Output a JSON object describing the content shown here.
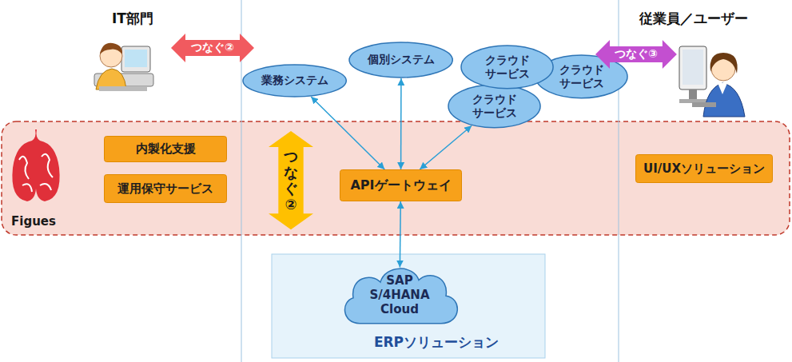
{
  "diagram": {
    "nodes": [
      {
        "text": [
          "つなぐ②"
        ]
      },
      {
        "text": [
          "業務システム"
        ]
      },
      {
        "text": [
          "個別システム"
        ]
      },
      {
        "text": [
          "クラウド サービス"
        ]
      },
      {
        "text": [
          "クラウド サービス"
        ]
      },
      {
        "text": [
          "クラウド サービス"
        ]
      },
      {
        "text": [
          "つなぐ③"
        ]
      },
      {
        "text": [
          "Figues"
        ]
      },
      {
        "text": [
          "内製化支援"
        ],
        "in": 7
      },
      {
        "text": [
          "運用保守サービス"
        ],
        "in": 7
      },
      {
        "text": [
          "つなぐ②"
        ],
        "in": 7
      },
      {
        "text": [
          "APIゲートウェイ"
        ],
        "in": 7
      },
      {
        "text": [
          "UI/UXソリューション"
        ],
        "in": 7
      },
      {
        "text": [
          "ERPソリューション"
        ]
      },
      {
        "text": [
          "SAP S/4HANA Cloud"
        ],
        "in": 13
      }
    ],
    "edges": [
      {
        "from": 11,
        "to": 1,
        "arrow": "both"
      },
      {
        "from": 11,
        "to": 2,
        "arrow": "both"
      },
      {
        "from": 11,
        "to": 5,
        "arrow": "both"
      },
      {
        "from": 11,
        "to": 14,
        "arrow": "both"
      }
    ],
    "labels": [
      "IT部門",
      "従業員／ユーザー"
    ]
  }
}
